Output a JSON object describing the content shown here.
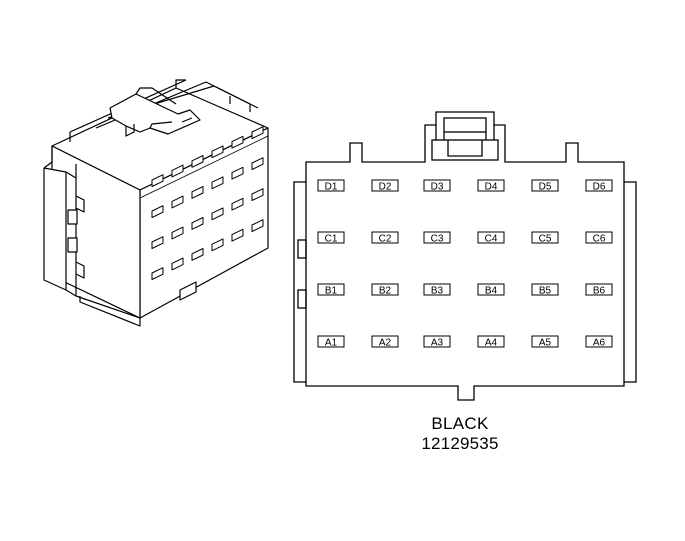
{
  "connector": {
    "color_label": "BLACK",
    "part_number": "12129535"
  },
  "pinout": {
    "rows": [
      [
        "D1",
        "D2",
        "D3",
        "D4",
        "D5",
        "D6"
      ],
      [
        "C1",
        "C2",
        "C3",
        "C4",
        "C5",
        "C6"
      ],
      [
        "B1",
        "B2",
        "B3",
        "B4",
        "B5",
        "B6"
      ],
      [
        "A1",
        "A2",
        "A3",
        "A4",
        "A5",
        "A6"
      ]
    ]
  },
  "colors": {
    "line": "#000000",
    "background": "#ffffff"
  }
}
